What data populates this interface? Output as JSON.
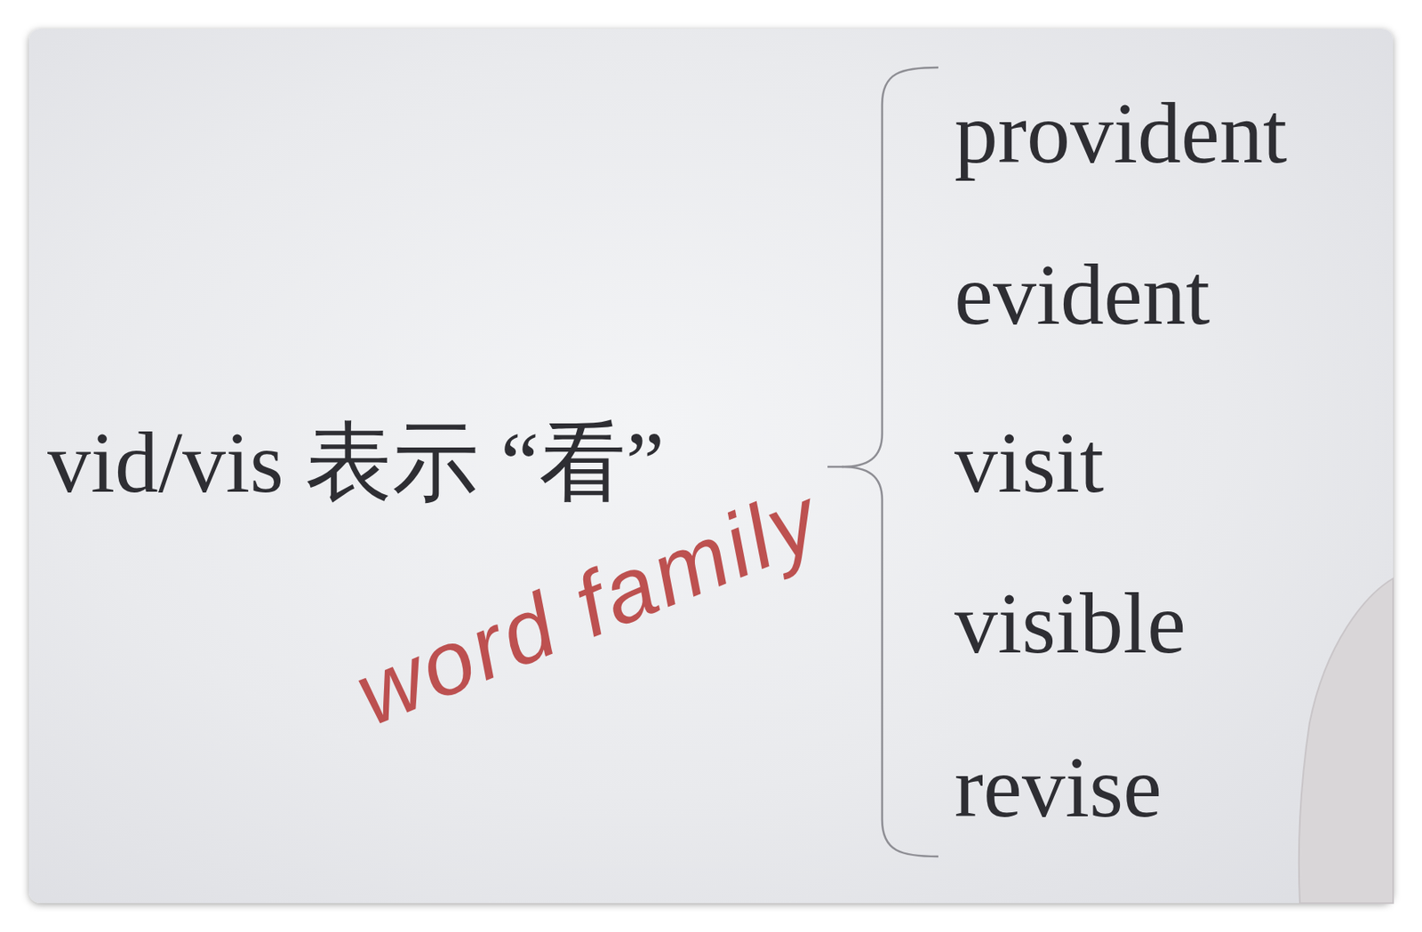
{
  "diagram": {
    "labels": [
      "vid/vis 表示 “看”",
      "provident",
      "evident",
      "visit",
      "visible",
      "revise",
      "word family"
    ]
  }
}
